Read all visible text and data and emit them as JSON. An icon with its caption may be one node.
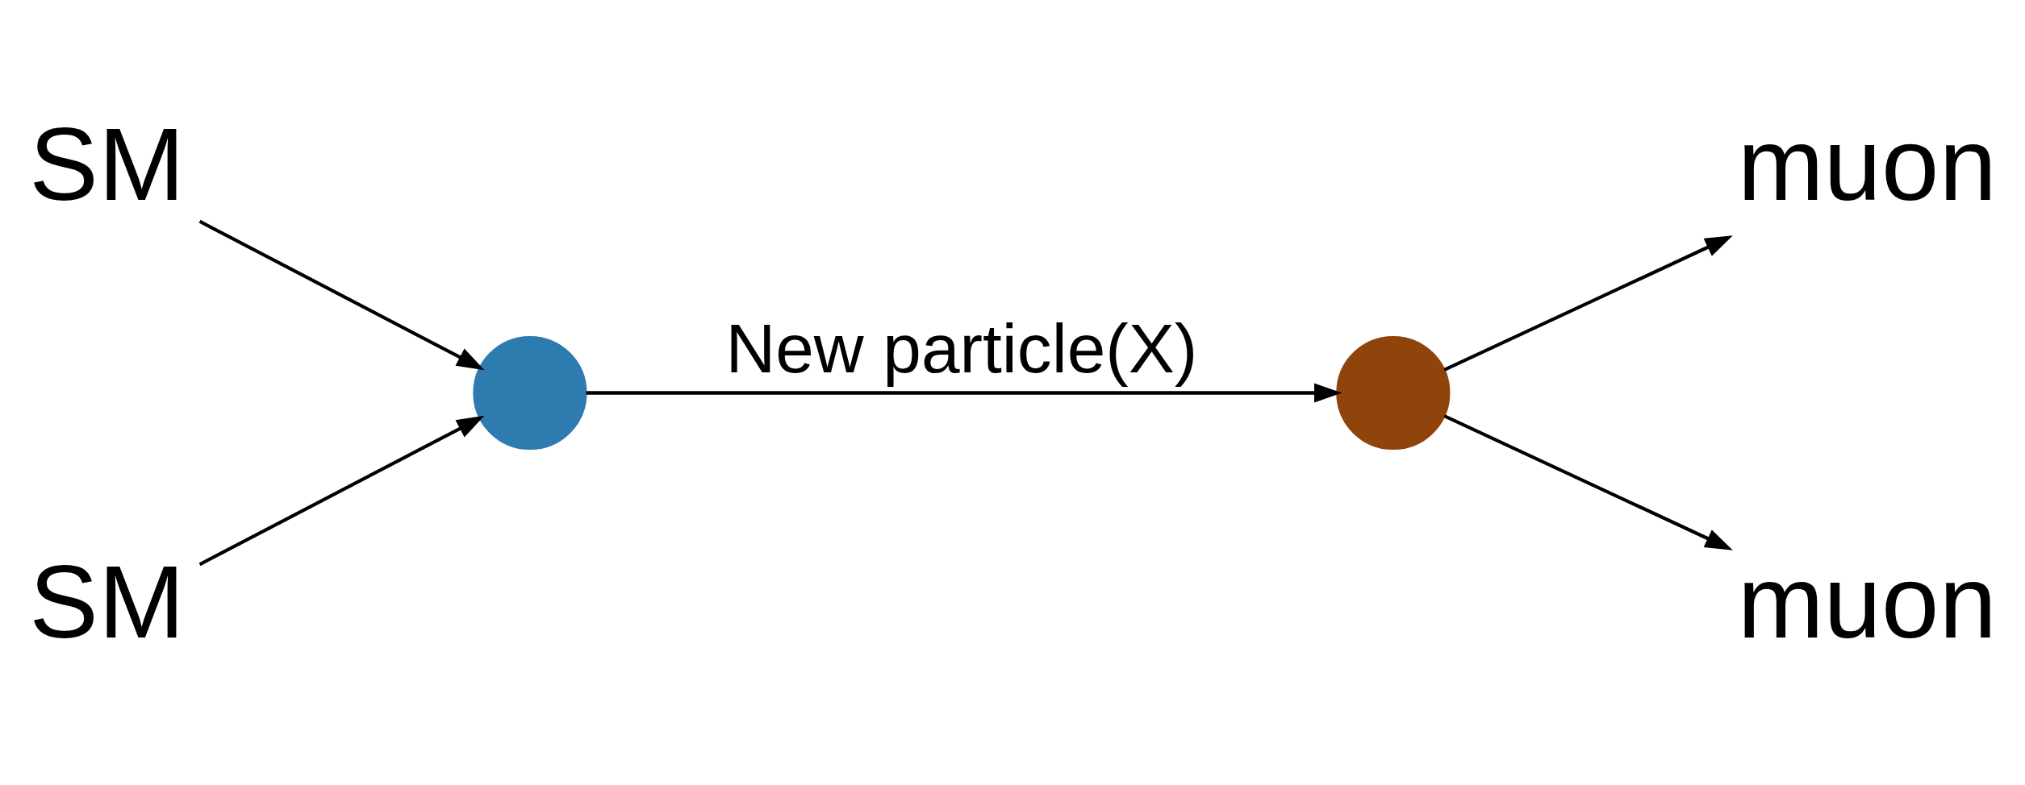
{
  "diagram": {
    "nodes": [
      {
        "text": [
          "SM"
        ]
      },
      {
        "text": [
          "SM"
        ]
      },
      {
        "text": [],
        "shape": "circle"
      },
      {
        "text": [],
        "shape": "circle"
      },
      {
        "text": [
          "muon"
        ]
      },
      {
        "text": [
          "muon"
        ]
      }
    ],
    "edges": [
      {
        "from": 0,
        "to": 2,
        "arrow": "to"
      },
      {
        "from": 1,
        "to": 2,
        "arrow": "to"
      },
      {
        "from": 2,
        "to": 3,
        "arrow": "to",
        "label": "New particle(X)"
      },
      {
        "from": 3,
        "to": 4,
        "arrow": "to"
      },
      {
        "from": 3,
        "to": 5,
        "arrow": "to"
      }
    ]
  }
}
